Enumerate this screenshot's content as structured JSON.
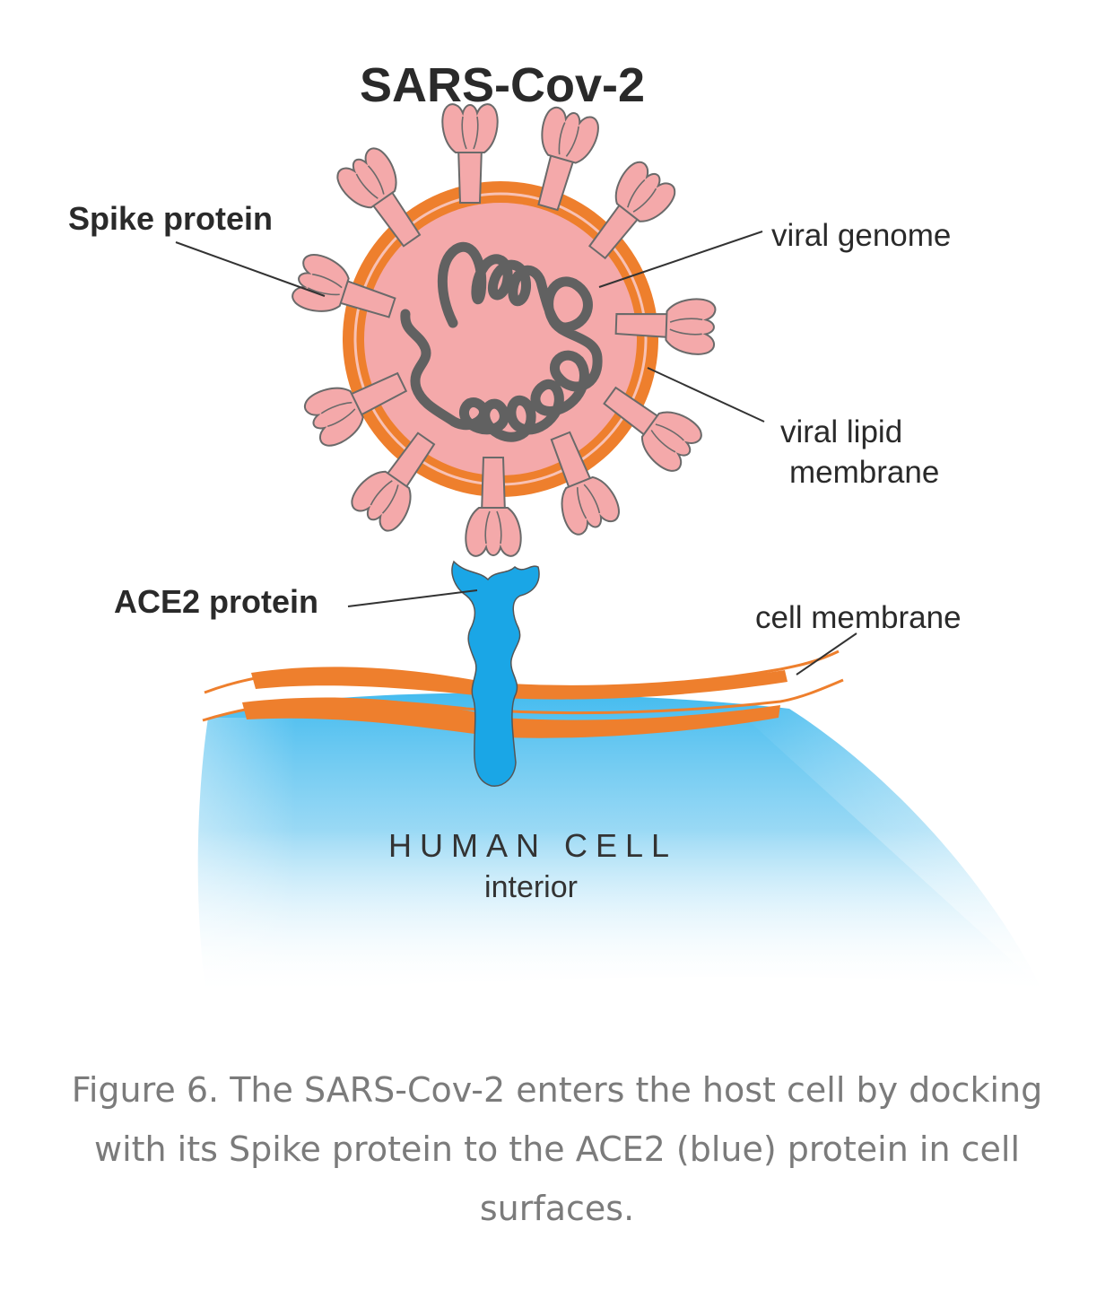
{
  "diagram": {
    "title": "SARS-Cov-2",
    "labels": {
      "spike_protein": "Spike protein",
      "viral_genome": "viral genome",
      "viral_lipid_membrane_line1": "viral lipid",
      "viral_lipid_membrane_line2": "membrane",
      "ace2_protein": "ACE2 protein",
      "cell_membrane": "cell membrane",
      "human_cell": "HUMAN CELL",
      "interior": "interior"
    },
    "colors": {
      "virus_body": "#f4a9aa",
      "viral_membrane": "#ee7f2d",
      "spike": "#f4a9aa",
      "genome": "#616161",
      "ace2": "#1aa6e6",
      "cell_membrane": "#ee7f2d",
      "cell_interior": "#7fcff2"
    }
  },
  "caption": "Figure 6. The SARS-Cov-2 enters the host cell by docking with its Spike protein to the ACE2 (blue) protein in cell surfaces."
}
